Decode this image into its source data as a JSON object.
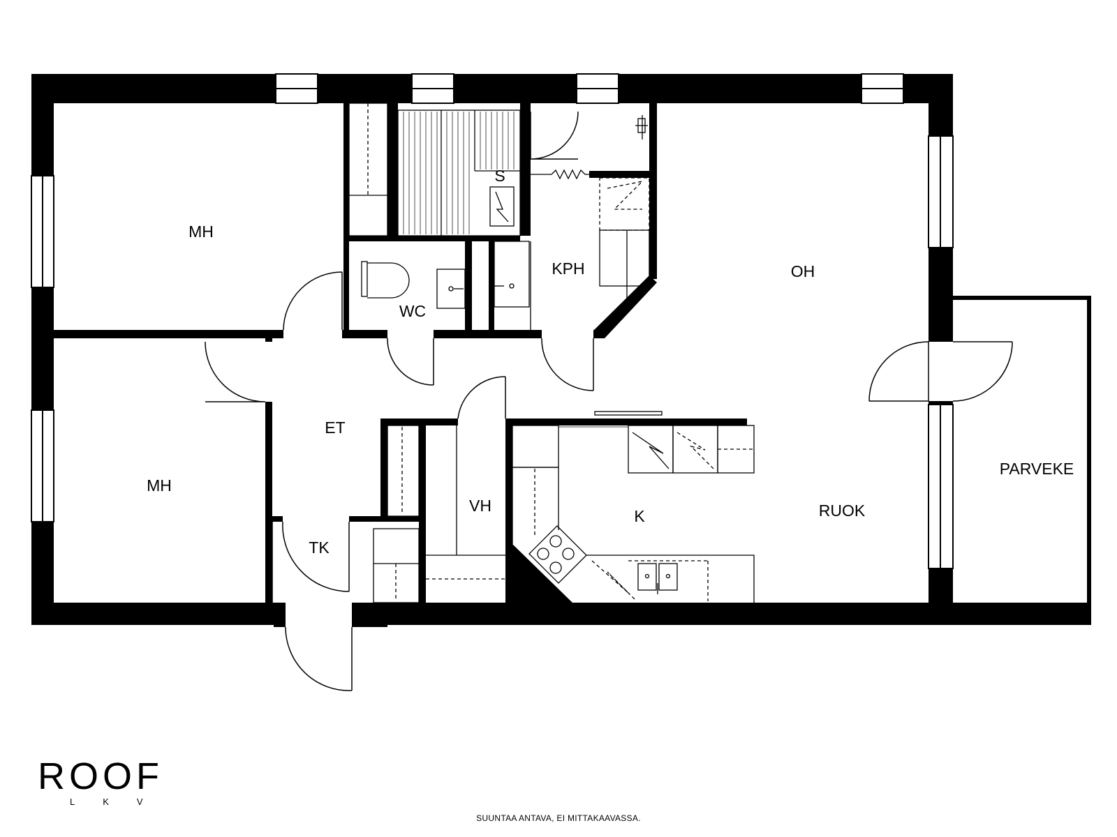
{
  "rooms": {
    "mh_top": "MH",
    "mh_bottom": "MH",
    "s": "S",
    "wc": "WC",
    "kph": "KPH",
    "oh": "OH",
    "et": "ET",
    "vh": "VH",
    "k": "K",
    "ruok": "RUOK",
    "tk": "TK",
    "parveke": "PARVEKE"
  },
  "brand": {
    "name": "ROOF",
    "sub": "LKV"
  },
  "footnote": "SUUNTAA ANTAVA, EI MITTAKAAVASSA.",
  "colors": {
    "wall": "#000000",
    "background": "#ffffff"
  }
}
